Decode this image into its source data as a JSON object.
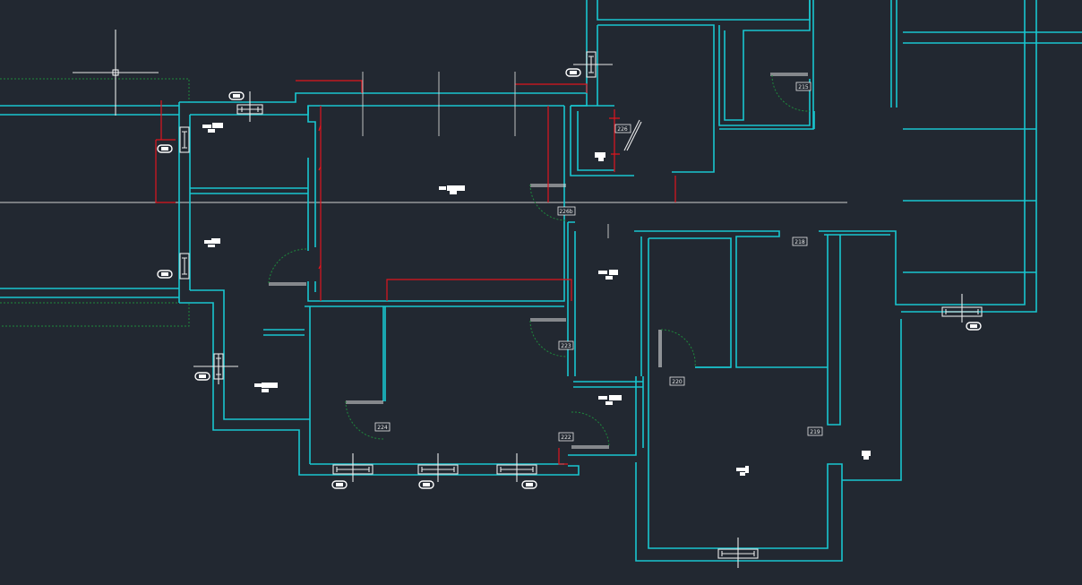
{
  "app": {
    "view": "floor-plan-drawing"
  },
  "colors": {
    "background": "#222831",
    "walls": "#19c6cf",
    "redlines": "#e0141e",
    "annotation": "#e8e8e8",
    "door_swing": "#1e8a3c"
  },
  "icons": [
    "crosshair-cursor-icon",
    "column-symbol-icon",
    "door-swing-icon",
    "grid-bubble-icon"
  ],
  "rooms": {
    "r215": "215",
    "r226": "226",
    "r226b": "226b",
    "r218": "218",
    "r223": "223",
    "r220": "220",
    "r222": "222",
    "r224": "224",
    "r219": "219"
  }
}
